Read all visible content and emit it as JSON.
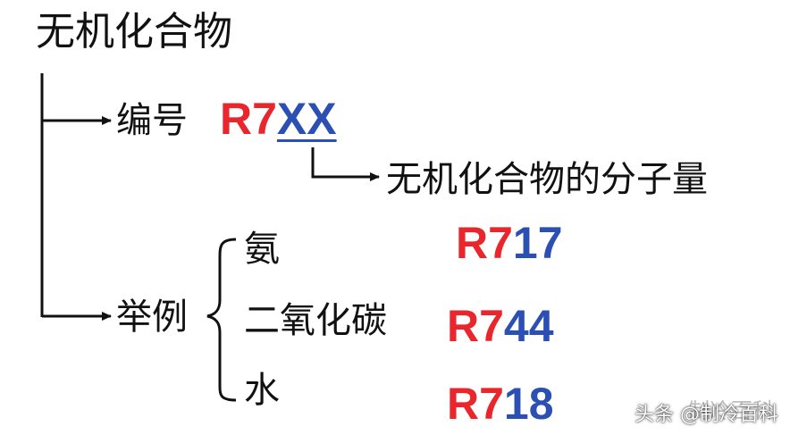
{
  "title": "无机化合物",
  "numbering": {
    "label": "编号",
    "prefix": "R7",
    "suffix": "XX",
    "explanation": "无机化合物的分子量"
  },
  "examples": {
    "label": "举例",
    "items": [
      {
        "name": "氨",
        "code_prefix": "R7",
        "code_digits": "17"
      },
      {
        "name": "二氧化碳",
        "code_prefix": "R7",
        "code_digits": "44"
      },
      {
        "name": "水",
        "code_prefix": "R7",
        "code_digits": "18"
      }
    ]
  },
  "watermark": {
    "text": "头条 @制冷百科",
    "ghost": "制冷百科"
  },
  "colors": {
    "red": "#e8262b",
    "blue": "#2b4fb2",
    "text": "#111111"
  }
}
